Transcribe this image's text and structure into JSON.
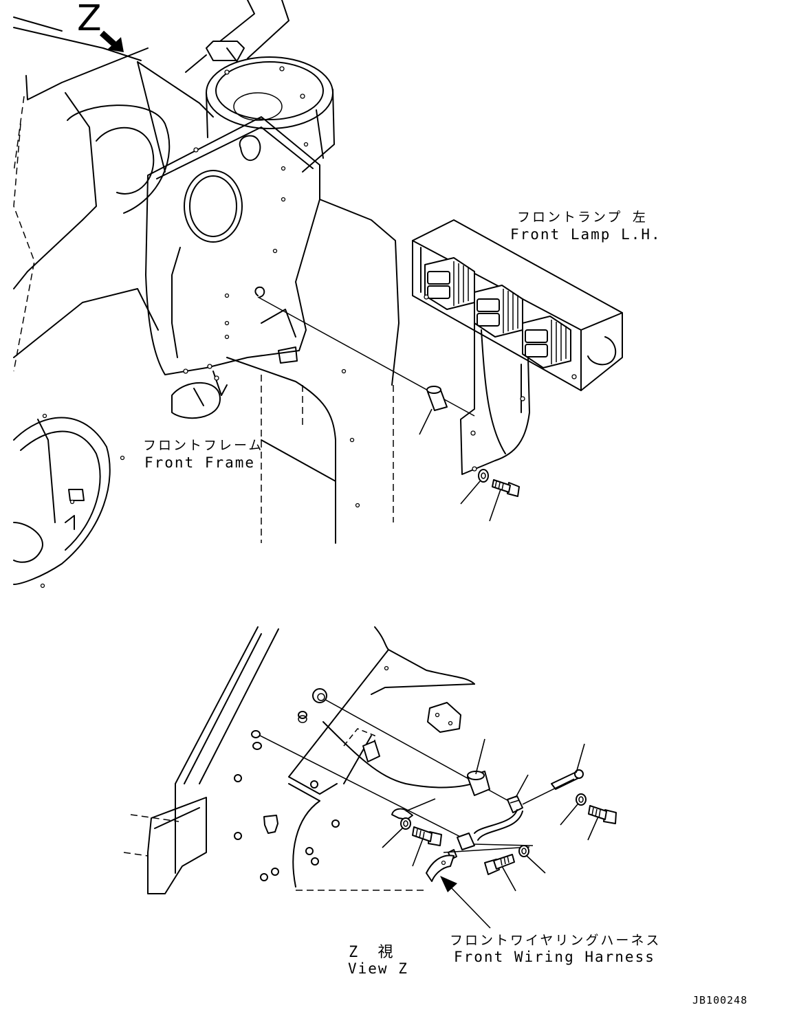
{
  "view_marker": "Z",
  "labels": {
    "front_lamp_jp": "フロントランプ 左",
    "front_lamp_en": "Front Lamp L.H.",
    "front_frame_jp": "フロントフレーム",
    "front_frame_en": "Front Frame",
    "view_z_jp": "Z  視",
    "view_z_en": "View Z",
    "harness_jp": "フロントワイヤリングハーネス",
    "harness_en": "Front Wiring Harness"
  },
  "drawing_code": "JB100248"
}
